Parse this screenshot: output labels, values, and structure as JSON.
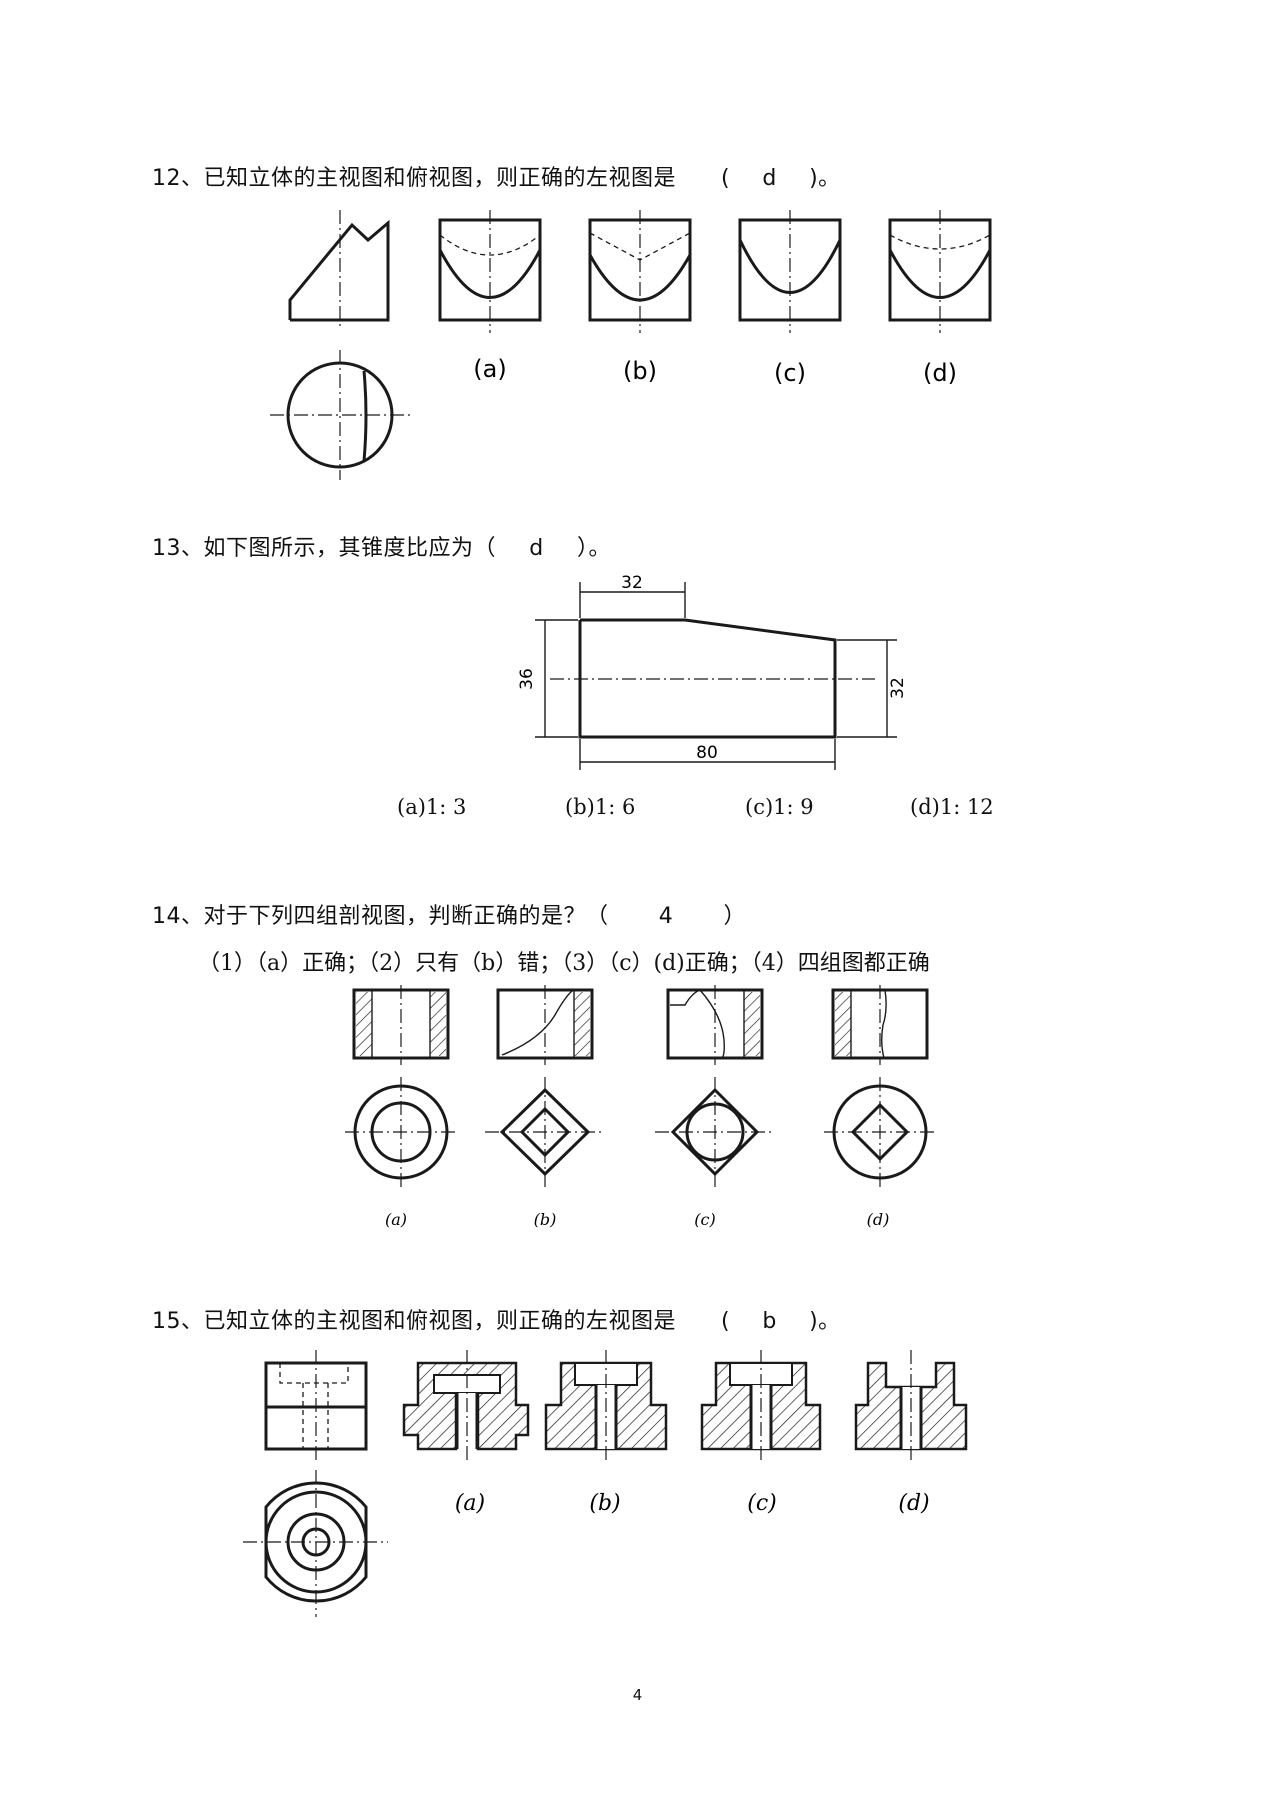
{
  "q12": {
    "prefix": "12、已知立体的主视图和俯视图，则正确的左视图是",
    "open": "(",
    "answer": "d",
    "close": ")。",
    "option_labels": [
      "(a)",
      "(b)",
      "(c)",
      "(d)"
    ]
  },
  "q13": {
    "prefix": "13、如下图所示，其锥度比应为（",
    "answer": "d",
    "close": "）。",
    "dims": {
      "top": "32",
      "left": "36",
      "right": "32",
      "bottom": "80"
    },
    "options": [
      "(a)1: 3",
      "(b)1: 6",
      "(c)1: 9",
      "(d)1: 12"
    ]
  },
  "q14": {
    "prefix": "14、对于下列四组剖视图，判断正确的是？（",
    "answer": "4",
    "close": "）",
    "choices_line": "（1）（a）正确；（2）只有（b）错；（3）（c）(d)正确；（4）四组图都正确",
    "option_labels": [
      "(a)",
      "(b)",
      "(c)",
      "(d)"
    ]
  },
  "q15": {
    "prefix": "15、已知立体的主视图和俯视图，则正确的左视图是",
    "open": "(",
    "answer": "b",
    "close": ")。",
    "option_labels": [
      "(a)",
      "(b)",
      "(c)",
      "(d)"
    ]
  },
  "page_number": "4"
}
